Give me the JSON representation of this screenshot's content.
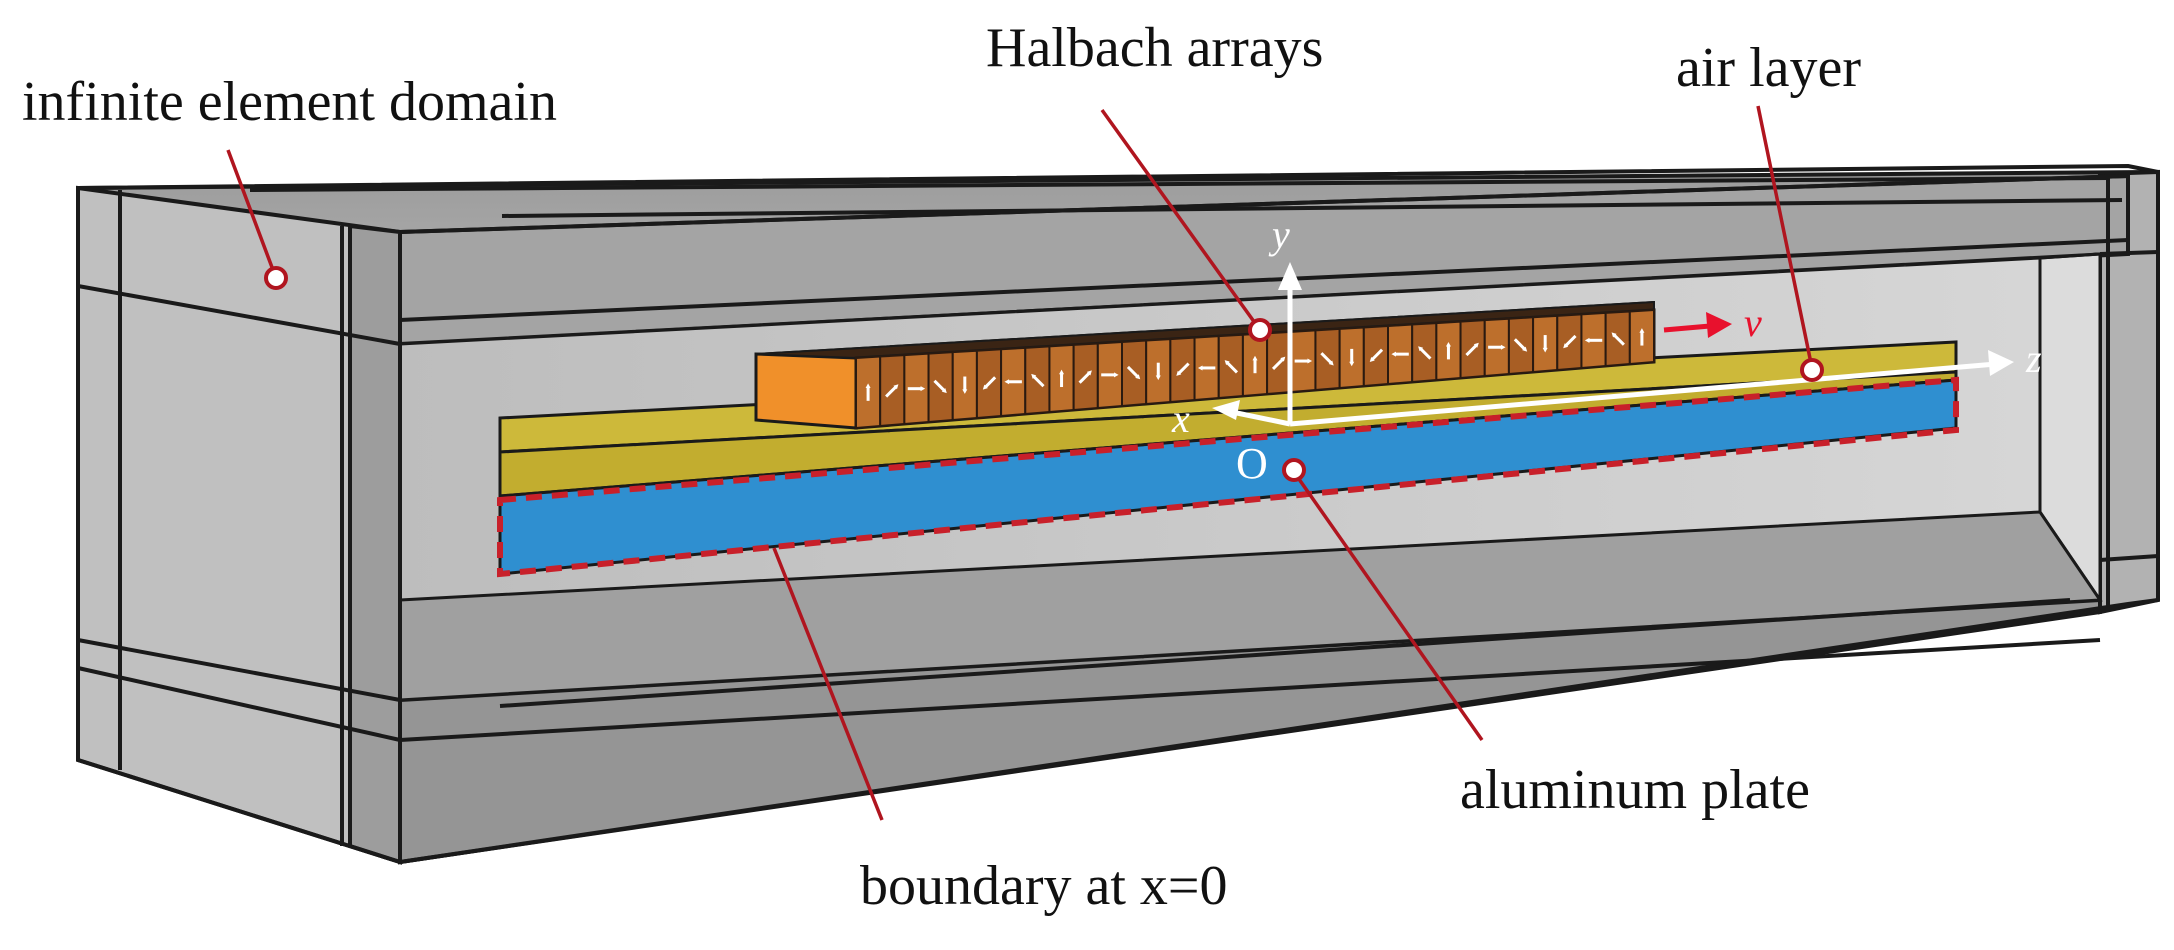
{
  "labels": {
    "infinite_domain": "infinite element domain",
    "halbach": "Halbach arrays",
    "air_layer": "air layer",
    "aluminum": "aluminum plate",
    "boundary": "boundary at x=0"
  },
  "axes": {
    "x": "x",
    "y": "y",
    "z": "z",
    "v": "v",
    "origin": "O"
  },
  "magnetization_arrows": [
    "up",
    "upright",
    "right",
    "downright",
    "down",
    "downleft",
    "left",
    "upleft",
    "up",
    "upright",
    "right",
    "downright",
    "down",
    "downleft",
    "left",
    "upleft",
    "up",
    "upright",
    "right",
    "downright",
    "down",
    "downleft",
    "left",
    "upleft",
    "up",
    "upright",
    "right",
    "downright",
    "down",
    "downleft",
    "left",
    "upleft",
    "up"
  ],
  "colors": {
    "box_gray": "#a9a9a9",
    "aluminum_blue": "#2f8fd0",
    "air_yellow": "#c8b535",
    "magnet_orange": "#b86a2a",
    "boundary_red": "#c8202a",
    "leader_red": "#b0151f"
  }
}
